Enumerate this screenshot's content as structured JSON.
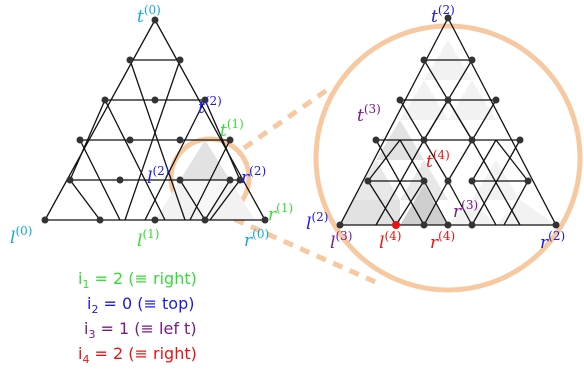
{
  "labels_left": {
    "t0": {
      "base": "t",
      "sup": "(0)"
    },
    "t2": {
      "base": "t",
      "sup": "(2)"
    },
    "t1": {
      "base": "t",
      "sup": "(1)"
    },
    "l2": {
      "base": "l",
      "sup": "(2)"
    },
    "r2": {
      "base": "r",
      "sup": "(2)"
    },
    "r1": {
      "base": "r",
      "sup": "(1)"
    },
    "l0": {
      "base": "l",
      "sup": "(0)"
    },
    "l1": {
      "base": "l",
      "sup": "(1)"
    },
    "r0": {
      "base": "r",
      "sup": "(0)"
    }
  },
  "labels_right": {
    "t2": {
      "base": "t",
      "sup": "(2)"
    },
    "t3": {
      "base": "t",
      "sup": "(3)"
    },
    "t4": {
      "base": "t",
      "sup": "(4)"
    },
    "r3": {
      "base": "r",
      "sup": "(3)"
    },
    "l2": {
      "base": "l",
      "sup": "(2)"
    },
    "l3": {
      "base": "l",
      "sup": "(3)"
    },
    "l4": {
      "base": "l",
      "sup": "(4)"
    },
    "r4": {
      "base": "r",
      "sup": "(4)"
    },
    "r2": {
      "base": "r",
      "sup": "(2)"
    }
  },
  "legend": [
    {
      "var": "i",
      "sub": "1",
      "text": " = 2 (≡ right)",
      "color": "#33dd33"
    },
    {
      "var": "i",
      "sub": "2",
      "text": " = 0 (≡ top)",
      "color": "#1a1aee"
    },
    {
      "var": "i",
      "sub": "3",
      "text": " = 1 (≡ lef t)",
      "color": "#7a1a8a"
    },
    {
      "var": "i",
      "sub": "4",
      "text": " = 2 (≡ right)",
      "color": "#ee1111"
    }
  ],
  "colors": {
    "level0": "#11aadd",
    "level1": "#33dd33",
    "level2": "#1a1aee",
    "level3": "#7a1a8a",
    "level4": "#ee1111",
    "zoom": "#f6c9a0",
    "edge": "#111111",
    "fill_light": "#f2f2f2",
    "fill_mid": "#e2e2e2",
    "fill_dark": "#cfcfcf"
  }
}
